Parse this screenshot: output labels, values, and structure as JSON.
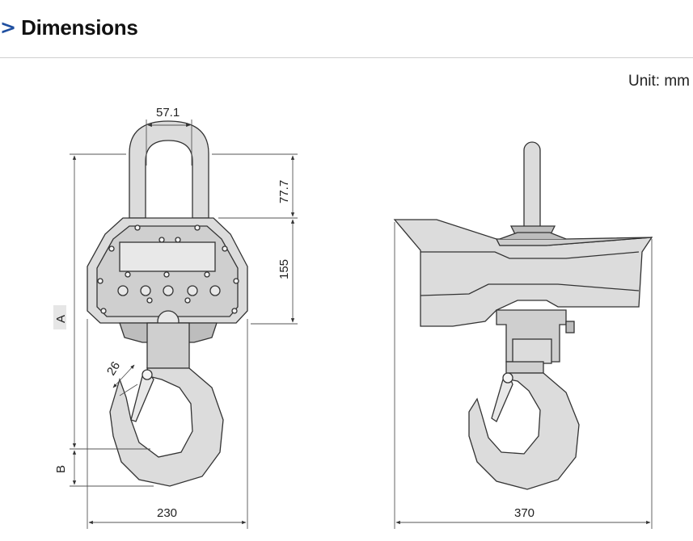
{
  "section": {
    "chevron": ">",
    "title": "Dimensions",
    "unit_label": "Unit: mm"
  },
  "front_view": {
    "dim_shackle_width": "57.1",
    "dim_shackle_height": "77.7",
    "dim_body_height": "155",
    "dim_overall_height": "A",
    "dim_hook_depth": "B",
    "dim_hook_opening": "26",
    "dim_overall_width": "230"
  },
  "side_view": {
    "dim_overall_width": "370"
  },
  "colors": {
    "accent": "#1f4fa0",
    "body_fill": "#dcdcdc",
    "body_dark": "#bdbdbd",
    "line": "#333333"
  }
}
